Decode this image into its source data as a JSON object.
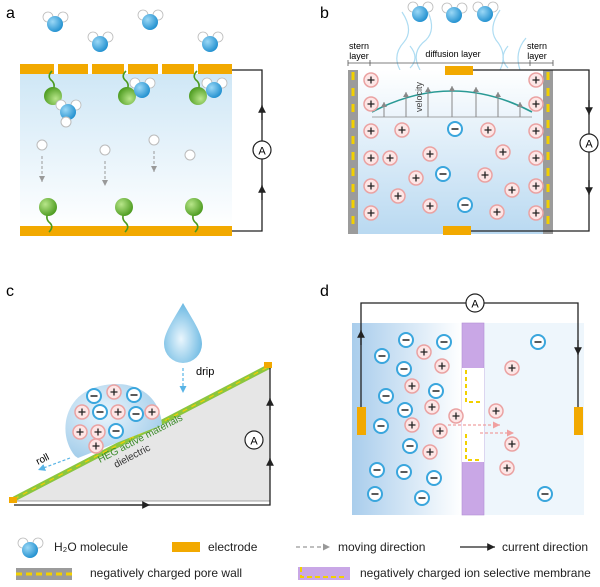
{
  "panels": {
    "a": {
      "letter": "a",
      "ammeter": "A"
    },
    "b": {
      "letter": "b",
      "ammeter": "A",
      "stern_left": [
        "stern",
        "layer"
      ],
      "stern_right": [
        "stern",
        "layer"
      ],
      "diffusion": "diffusion layer",
      "velocity": "velocity"
    },
    "c": {
      "letter": "c",
      "ammeter": "A",
      "drip": "drip",
      "roll": "roll",
      "heg": "HEG active materials",
      "dielectric": "dielectric"
    },
    "d": {
      "letter": "d",
      "ammeter": "A"
    }
  },
  "legend": {
    "h2o": "H₂O molecule",
    "electrode": "electrode",
    "moving": "moving direction",
    "current": "current direction",
    "pore_wall": "negatively charged pore wall",
    "membrane": "negatively charged ion selective membrane"
  },
  "colors": {
    "electrode": "#F2A900",
    "water_blue": "#2F9FD8",
    "pos_ion": "#E8A3A3",
    "neg_ion": "#3AA6DD",
    "membrane": "#C9A7E6",
    "heg": "#8CC63F"
  }
}
